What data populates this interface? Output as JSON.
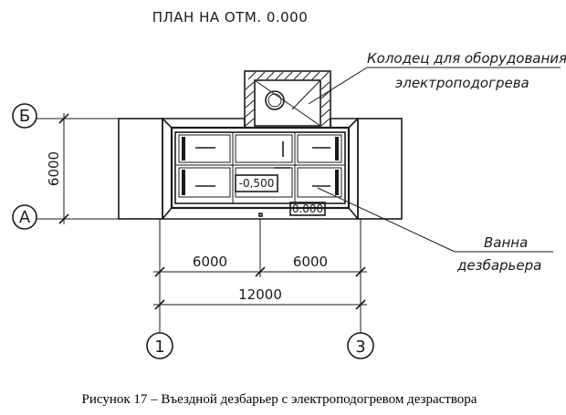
{
  "drawing": {
    "title": "ПЛАН НА ОТМ. 0.000",
    "callouts": {
      "well_line1": "Колодец для оборудования",
      "well_line2": "электроподогрева",
      "bath_line1": "Ванна",
      "bath_line2": "дезбарьера"
    },
    "levels": {
      "bottom": "-0,500",
      "ground": "0.000"
    },
    "dimensions": {
      "vertical": "6000",
      "span_left": "6000",
      "span_right": "6000",
      "total": "12000"
    },
    "axes": {
      "row_top": "Б",
      "row_bottom": "А",
      "col_left": "1",
      "col_right": "3"
    }
  },
  "caption": "Рисунок 17 – Въездной дезбарьер с электроподогревом дезраствора"
}
